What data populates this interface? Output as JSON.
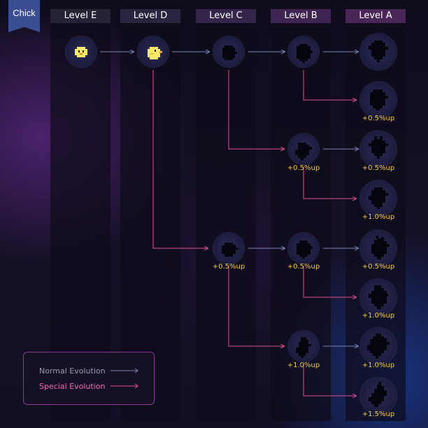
{
  "tag": {
    "label": "Chick"
  },
  "levels": [
    "Level E",
    "Level D",
    "Level C",
    "Level B",
    "Level A"
  ],
  "legend": {
    "normal": "Normal Evolution",
    "special": "Special Evolution"
  },
  "bonuses": {
    "a2": "+0.5%up",
    "b2": "+0.5%up",
    "a3": "+0.5%up",
    "a4": "+1.0%up",
    "c2": "+0.5%up",
    "b3": "+0.5%up",
    "a5": "+0.5%up",
    "a6": "+1.0%up",
    "b4": "+1.0%up",
    "a7": "+1.0%up",
    "a8": "+1.5%up"
  },
  "colors": {
    "normal_line": "#7a86b8",
    "special_line": "#e0508f",
    "bonus_text": "#f2cc38",
    "tag_bg": "#3b4d93",
    "chick_yellow": "#f5e86a"
  }
}
